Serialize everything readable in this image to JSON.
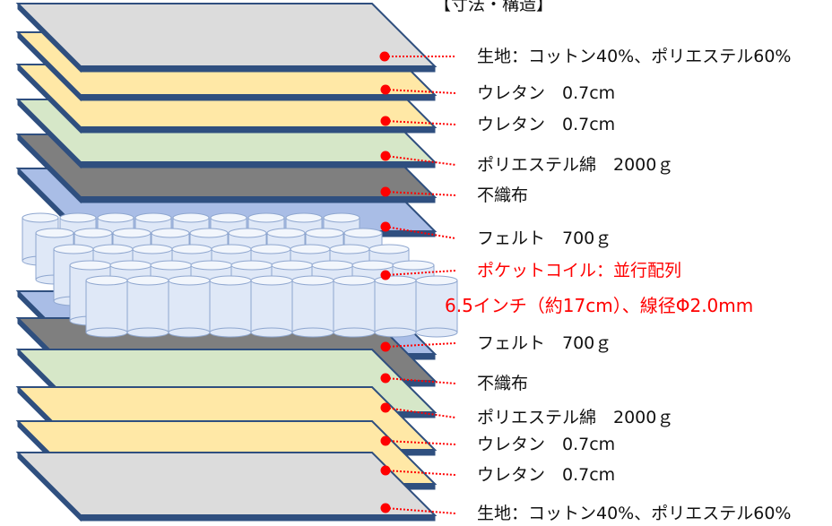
{
  "header": {
    "partial_title": "【寸法・構造】"
  },
  "layers": [
    {
      "id": "top-cover-layer",
      "label": "生地：コットン40%、ポリエステル60%",
      "color": "#dcdcdc"
    },
    {
      "id": "top-urethane-1",
      "label": "ウレタン　0.7cm",
      "color": "#ffe8a6"
    },
    {
      "id": "top-urethane-2",
      "label": "ウレタン　0.7cm",
      "color": "#ffe8a6"
    },
    {
      "id": "top-polyester-wadding",
      "label": "ポリエステル綿　2000ｇ",
      "color": "#d6e7c8"
    },
    {
      "id": "top-nonwoven",
      "label": "不織布",
      "color": "#7f7f7f"
    },
    {
      "id": "top-felt",
      "label": "フェルト　700ｇ",
      "color": "#a9bde6"
    },
    {
      "id": "pocket-coil",
      "label": "ポケットコイル：並行配列",
      "sublabel": "6.5インチ（約17cm）、線径Φ2.0mm",
      "color": "#dde6f5"
    },
    {
      "id": "bottom-felt",
      "label": "フェルト　700ｇ",
      "color": "#a9bde6"
    },
    {
      "id": "bottom-nonwoven",
      "label": "不織布",
      "color": "#7f7f7f"
    },
    {
      "id": "bottom-polyester-wadding",
      "label": "ポリエステル綿　2000ｇ",
      "color": "#d6e7c8"
    },
    {
      "id": "bottom-urethane-1",
      "label": "ウレタン　0.7cm",
      "color": "#ffe8a6"
    },
    {
      "id": "bottom-urethane-2",
      "label": "ウレタン　0.7cm",
      "color": "#ffe8a6"
    },
    {
      "id": "bottom-cover-layer",
      "label": "生地：コットン40%、ポリエステル60%",
      "color": "#dcdcdc"
    }
  ],
  "colors": {
    "outline": "#2f4f7f",
    "marker": "#ff0000",
    "highlight_text": "#ff0000"
  }
}
